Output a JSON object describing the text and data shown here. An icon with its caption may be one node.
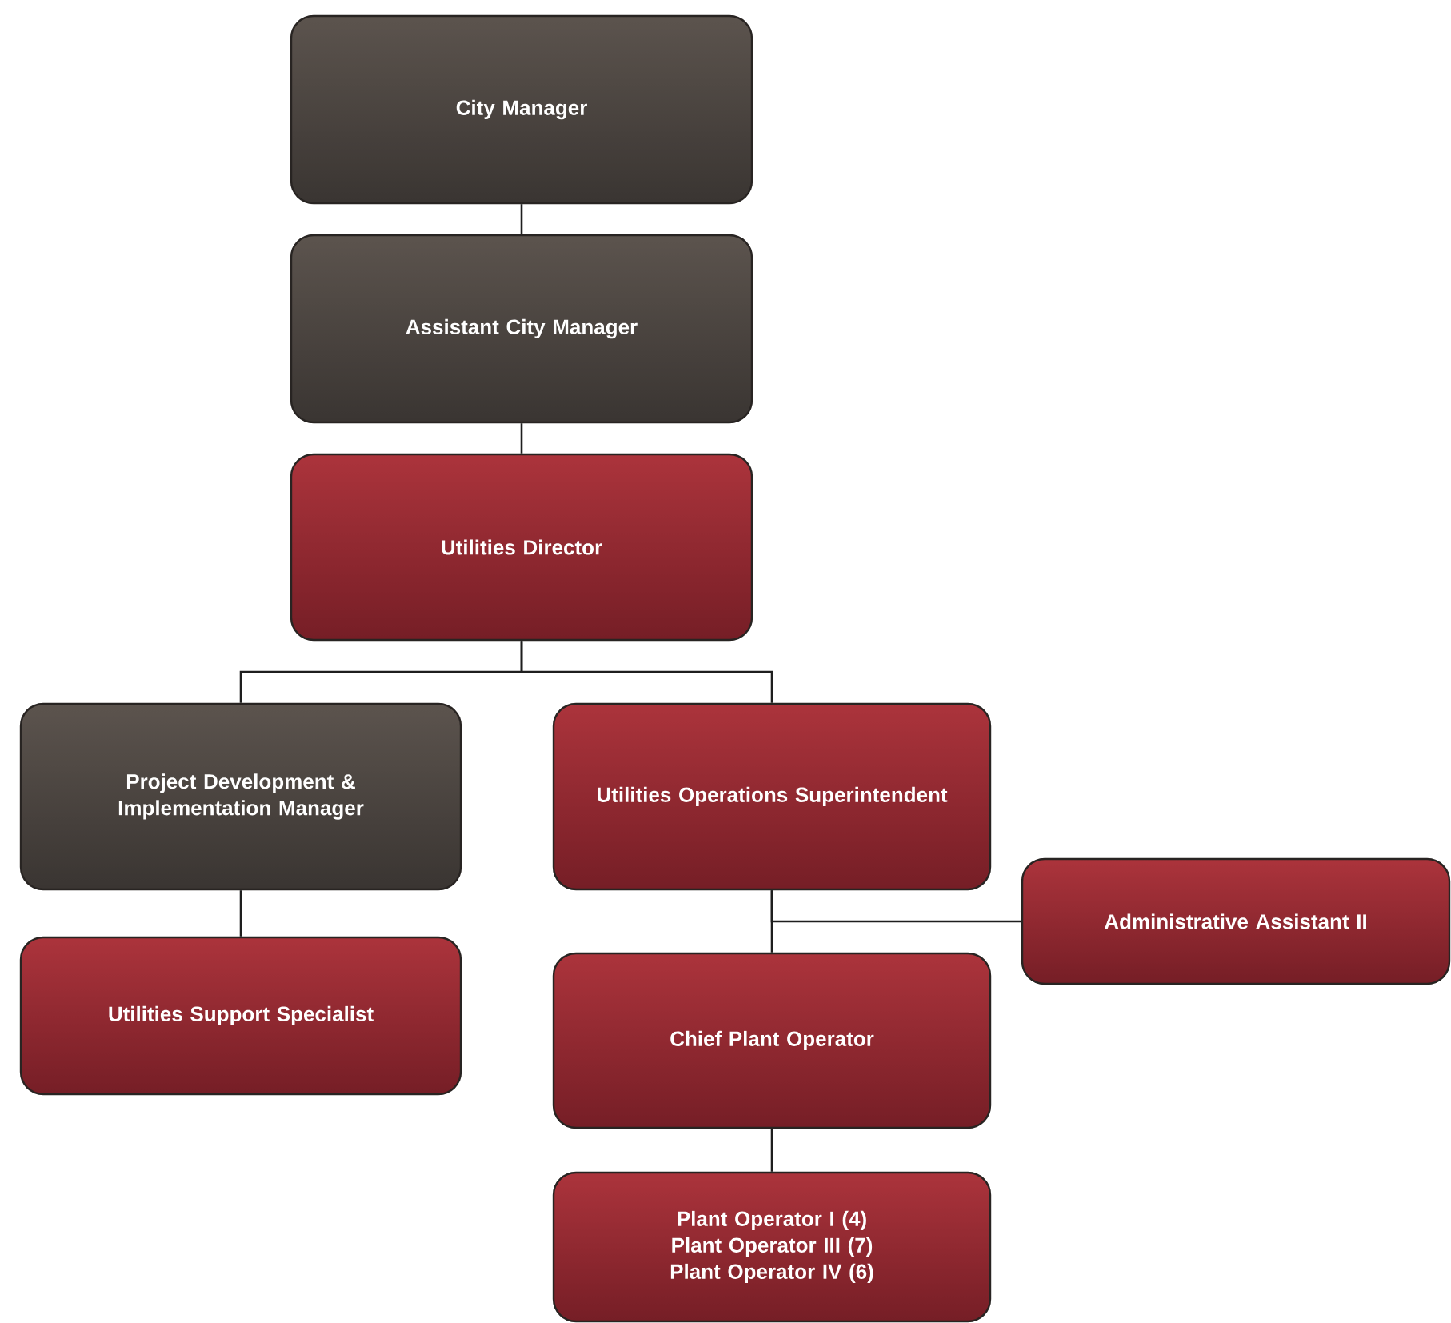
{
  "diagram": {
    "nodes": [
      {
        "text": [
          "City Manager"
        ]
      },
      {
        "text": [
          "Assistant City Manager"
        ]
      },
      {
        "text": [
          "Utilities Director"
        ]
      },
      {
        "text": [
          "Project Development & Implementation Manager"
        ]
      },
      {
        "text": [
          "Utilities Operations Superintendent"
        ]
      },
      {
        "text": [
          "Administrative Assistant II"
        ]
      },
      {
        "text": [
          "Utilities Support Specialist"
        ]
      },
      {
        "text": [
          "Chief Plant Operator"
        ]
      },
      {
        "text": [
          "Plant Operator I (4)",
          "Plant Operator III (7)",
          "Plant Operator IV (6)"
        ]
      }
    ],
    "edges": [
      {
        "from": 0,
        "to": 1,
        "arrow": "none"
      },
      {
        "from": 1,
        "to": 2,
        "arrow": "none"
      },
      {
        "from": 2,
        "to": 3,
        "arrow": "none"
      },
      {
        "from": 2,
        "to": 4,
        "arrow": "none"
      },
      {
        "from": 4,
        "to": 5,
        "arrow": "none"
      },
      {
        "from": 3,
        "to": 6,
        "arrow": "none"
      },
      {
        "from": 4,
        "to": 7,
        "arrow": "none"
      },
      {
        "from": 7,
        "to": 8,
        "arrow": "none"
      }
    ]
  }
}
